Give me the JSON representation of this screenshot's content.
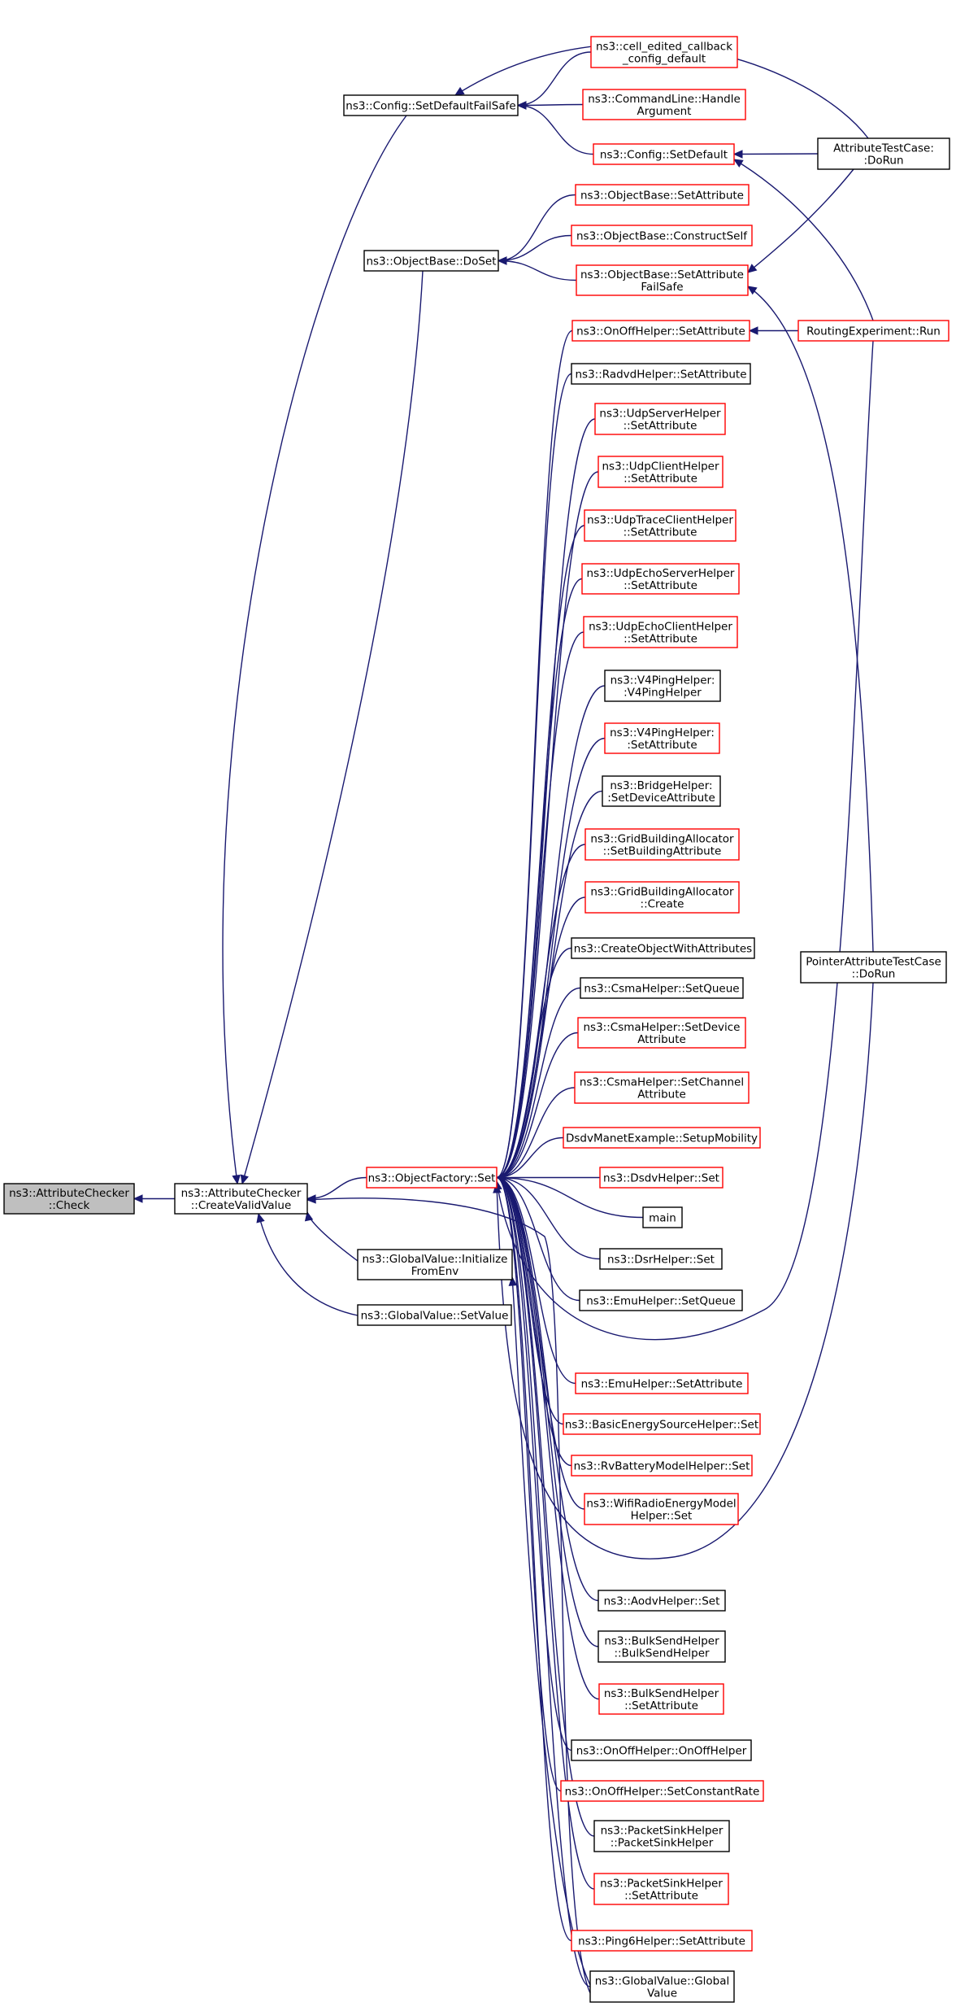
{
  "colors": {
    "edge": "#191970",
    "border_default": "#000000",
    "border_truncated": "#ff0000",
    "fill_focus": "#bfbfbf",
    "fill_default": "#ffffff"
  },
  "nodes": [
    {
      "id": "checker_check",
      "lines": [
        "ns3::AttributeChecker",
        "::Check"
      ],
      "style": "focus"
    },
    {
      "id": "create_valid_value",
      "lines": [
        "ns3::AttributeChecker",
        "::CreateValidValue"
      ],
      "style": "black"
    },
    {
      "id": "set_default_failsafe",
      "lines": [
        "ns3::Config::SetDefaultFailSafe"
      ],
      "style": "black"
    },
    {
      "id": "object_base_doset",
      "lines": [
        "ns3::ObjectBase::DoSet"
      ],
      "style": "black"
    },
    {
      "id": "object_factory_set",
      "lines": [
        "ns3::ObjectFactory::Set"
      ],
      "style": "red"
    },
    {
      "id": "globalvalue_initfromenv",
      "lines": [
        "ns3::GlobalValue::Initialize",
        "FromEnv"
      ],
      "style": "black"
    },
    {
      "id": "globalvalue_setvalue",
      "lines": [
        "ns3::GlobalValue::SetValue"
      ],
      "style": "black"
    },
    {
      "id": "cell_edited",
      "lines": [
        "ns3::cell_edited_callback",
        "_config_default"
      ],
      "style": "red"
    },
    {
      "id": "cmdline_handle",
      "lines": [
        "ns3::CommandLine::Handle",
        "Argument"
      ],
      "style": "red"
    },
    {
      "id": "config_setdefault",
      "lines": [
        "ns3::Config::SetDefault"
      ],
      "style": "red"
    },
    {
      "id": "objbase_setattr",
      "lines": [
        "ns3::ObjectBase::SetAttribute"
      ],
      "style": "red"
    },
    {
      "id": "objbase_construct",
      "lines": [
        "ns3::ObjectBase::ConstructSelf"
      ],
      "style": "red"
    },
    {
      "id": "objbase_setattr_fs",
      "lines": [
        "ns3::ObjectBase::SetAttribute",
        "FailSafe"
      ],
      "style": "red"
    },
    {
      "id": "attr_testcase",
      "lines": [
        "AttributeTestCase:",
        ":DoRun"
      ],
      "style": "black"
    },
    {
      "id": "routing_run",
      "lines": [
        "RoutingExperiment::Run"
      ],
      "style": "red"
    },
    {
      "id": "pointer_testcase",
      "lines": [
        "PointerAttributeTestCase",
        "::DoRun"
      ],
      "style": "black"
    },
    {
      "id": "onoff_setattr",
      "lines": [
        "ns3::OnOffHelper::SetAttribute"
      ],
      "style": "red"
    },
    {
      "id": "radvd_setattr",
      "lines": [
        "ns3::RadvdHelper::SetAttribute"
      ],
      "style": "black"
    },
    {
      "id": "udpserver_setattr",
      "lines": [
        "ns3::UdpServerHelper",
        "::SetAttribute"
      ],
      "style": "red"
    },
    {
      "id": "udpclient_setattr",
      "lines": [
        "ns3::UdpClientHelper",
        "::SetAttribute"
      ],
      "style": "red"
    },
    {
      "id": "udptrace_setattr",
      "lines": [
        "ns3::UdpTraceClientHelper",
        "::SetAttribute"
      ],
      "style": "red"
    },
    {
      "id": "udpechoserver_setattr",
      "lines": [
        "ns3::UdpEchoServerHelper",
        "::SetAttribute"
      ],
      "style": "red"
    },
    {
      "id": "udpechoclient_setattr",
      "lines": [
        "ns3::UdpEchoClientHelper",
        "::SetAttribute"
      ],
      "style": "red"
    },
    {
      "id": "v4ping_ctor",
      "lines": [
        "ns3::V4PingHelper:",
        ":V4PingHelper"
      ],
      "style": "black"
    },
    {
      "id": "v4ping_setattr",
      "lines": [
        "ns3::V4PingHelper:",
        ":SetAttribute"
      ],
      "style": "red"
    },
    {
      "id": "bridge_setdevattr",
      "lines": [
        "ns3::BridgeHelper:",
        ":SetDeviceAttribute"
      ],
      "style": "black"
    },
    {
      "id": "gridbuilding_setattr",
      "lines": [
        "ns3::GridBuildingAllocator",
        "::SetBuildingAttribute"
      ],
      "style": "red"
    },
    {
      "id": "gridbuilding_create",
      "lines": [
        "ns3::GridBuildingAllocator",
        "::Create"
      ],
      "style": "red"
    },
    {
      "id": "create_obj_attrs",
      "lines": [
        "ns3::CreateObjectWithAttributes"
      ],
      "style": "black"
    },
    {
      "id": "csma_setqueue",
      "lines": [
        "ns3::CsmaHelper::SetQueue"
      ],
      "style": "black"
    },
    {
      "id": "csma_setdevattr",
      "lines": [
        "ns3::CsmaHelper::SetDevice",
        "Attribute"
      ],
      "style": "red"
    },
    {
      "id": "csma_setchanattr",
      "lines": [
        "ns3::CsmaHelper::SetChannel",
        "Attribute"
      ],
      "style": "red"
    },
    {
      "id": "dsdv_setupmobility",
      "lines": [
        "DsdvManetExample::SetupMobility"
      ],
      "style": "red"
    },
    {
      "id": "dsdv_set",
      "lines": [
        "ns3::DsdvHelper::Set"
      ],
      "style": "red"
    },
    {
      "id": "main",
      "lines": [
        "main"
      ],
      "style": "black"
    },
    {
      "id": "dsr_set",
      "lines": [
        "ns3::DsrHelper::Set"
      ],
      "style": "black"
    },
    {
      "id": "emu_setqueue",
      "lines": [
        "ns3::EmuHelper::SetQueue"
      ],
      "style": "black"
    },
    {
      "id": "emu_setattr",
      "lines": [
        "ns3::EmuHelper::SetAttribute"
      ],
      "style": "red"
    },
    {
      "id": "basicenergy_set",
      "lines": [
        "ns3::BasicEnergySourceHelper::Set"
      ],
      "style": "red"
    },
    {
      "id": "rvbattery_set",
      "lines": [
        "ns3::RvBatteryModelHelper::Set"
      ],
      "style": "red"
    },
    {
      "id": "wifiradio_set",
      "lines": [
        "ns3::WifiRadioEnergyModel",
        "Helper::Set"
      ],
      "style": "red"
    },
    {
      "id": "aodv_set",
      "lines": [
        "ns3::AodvHelper::Set"
      ],
      "style": "black"
    },
    {
      "id": "bulksend_ctor",
      "lines": [
        "ns3::BulkSendHelper",
        "::BulkSendHelper"
      ],
      "style": "black"
    },
    {
      "id": "bulksend_setattr",
      "lines": [
        "ns3::BulkSendHelper",
        "::SetAttribute"
      ],
      "style": "red"
    },
    {
      "id": "onoff_ctor",
      "lines": [
        "ns3::OnOffHelper::OnOffHelper"
      ],
      "style": "black"
    },
    {
      "id": "onoff_setconst",
      "lines": [
        "ns3::OnOffHelper::SetConstantRate"
      ],
      "style": "red"
    },
    {
      "id": "packetsink_ctor",
      "lines": [
        "ns3::PacketSinkHelper",
        "::PacketSinkHelper"
      ],
      "style": "black"
    },
    {
      "id": "packetsink_setattr",
      "lines": [
        "ns3::PacketSinkHelper",
        "::SetAttribute"
      ],
      "style": "red"
    },
    {
      "id": "ping6_setattr",
      "lines": [
        "ns3::Ping6Helper::SetAttribute"
      ],
      "style": "red"
    },
    {
      "id": "globalvalue_ctor",
      "lines": [
        "ns3::GlobalValue::Global",
        "Value"
      ],
      "style": "black"
    }
  ],
  "edges": [
    [
      "create_valid_value",
      "checker_check"
    ],
    [
      "set_default_failsafe",
      "create_valid_value"
    ],
    [
      "object_base_doset",
      "create_valid_value"
    ],
    [
      "object_factory_set",
      "create_valid_value"
    ],
    [
      "globalvalue_initfromenv",
      "create_valid_value"
    ],
    [
      "globalvalue_setvalue",
      "create_valid_value"
    ],
    [
      "cell_edited",
      "set_default_failsafe"
    ],
    [
      "cmdline_handle",
      "set_default_failsafe"
    ],
    [
      "config_setdefault",
      "set_default_failsafe"
    ],
    [
      "attr_testcase",
      "set_default_failsafe"
    ],
    [
      "objbase_setattr",
      "object_base_doset"
    ],
    [
      "objbase_construct",
      "object_base_doset"
    ],
    [
      "objbase_setattr_fs",
      "object_base_doset"
    ],
    [
      "attr_testcase",
      "config_setdefault"
    ],
    [
      "routing_run",
      "config_setdefault"
    ],
    [
      "attr_testcase",
      "objbase_setattr_fs"
    ],
    [
      "pointer_testcase",
      "objbase_setattr_fs"
    ],
    [
      "routing_run",
      "onoff_setattr"
    ],
    [
      "onoff_setattr",
      "object_factory_set"
    ],
    [
      "radvd_setattr",
      "object_factory_set"
    ],
    [
      "udpserver_setattr",
      "object_factory_set"
    ],
    [
      "udpclient_setattr",
      "object_factory_set"
    ],
    [
      "udptrace_setattr",
      "object_factory_set"
    ],
    [
      "udpechoserver_setattr",
      "object_factory_set"
    ],
    [
      "udpechoclient_setattr",
      "object_factory_set"
    ],
    [
      "v4ping_ctor",
      "object_factory_set"
    ],
    [
      "v4ping_setattr",
      "object_factory_set"
    ],
    [
      "bridge_setdevattr",
      "object_factory_set"
    ],
    [
      "gridbuilding_setattr",
      "object_factory_set"
    ],
    [
      "gridbuilding_create",
      "object_factory_set"
    ],
    [
      "create_obj_attrs",
      "object_factory_set"
    ],
    [
      "csma_setqueue",
      "object_factory_set"
    ],
    [
      "csma_setdevattr",
      "object_factory_set"
    ],
    [
      "csma_setchanattr",
      "object_factory_set"
    ],
    [
      "dsdv_setupmobility",
      "object_factory_set"
    ],
    [
      "dsdv_set",
      "object_factory_set"
    ],
    [
      "main",
      "object_factory_set"
    ],
    [
      "dsr_set",
      "object_factory_set"
    ],
    [
      "emu_setqueue",
      "object_factory_set"
    ],
    [
      "routing_run",
      "object_factory_set"
    ],
    [
      "emu_setattr",
      "object_factory_set"
    ],
    [
      "basicenergy_set",
      "object_factory_set"
    ],
    [
      "rvbattery_set",
      "object_factory_set"
    ],
    [
      "wifiradio_set",
      "object_factory_set"
    ],
    [
      "pointer_testcase",
      "object_factory_set"
    ],
    [
      "aodv_set",
      "object_factory_set"
    ],
    [
      "bulksend_ctor",
      "object_factory_set"
    ],
    [
      "bulksend_setattr",
      "object_factory_set"
    ],
    [
      "onoff_ctor",
      "object_factory_set"
    ],
    [
      "onoff_setconst",
      "object_factory_set"
    ],
    [
      "packetsink_ctor",
      "object_factory_set"
    ],
    [
      "packetsink_setattr",
      "object_factory_set"
    ],
    [
      "ping6_setattr",
      "object_factory_set"
    ],
    [
      "globalvalue_ctor",
      "object_factory_set"
    ],
    [
      "globalvalue_ctor",
      "globalvalue_initfromenv"
    ],
    [
      "globalvalue_ctor",
      "create_valid_value"
    ]
  ]
}
